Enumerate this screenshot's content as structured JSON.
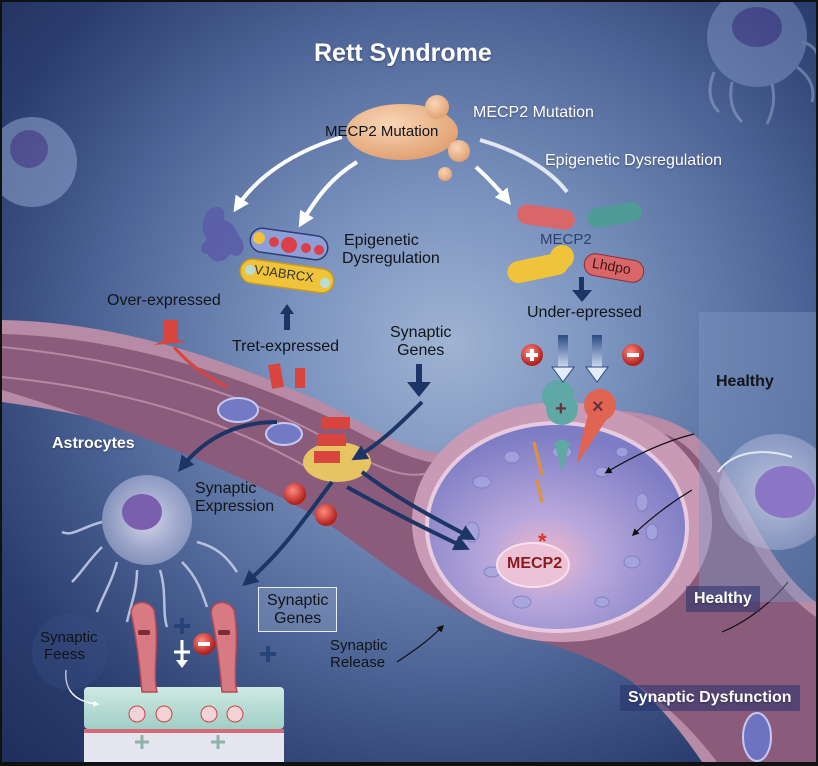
{
  "title": "Rett Syndrome",
  "labels": {
    "mecp2_mutation_bubble": "MECP2 Mutation",
    "mecp2_mutation_top": "MECP2 Mutation",
    "epigenetic_dysregulation_top": "Epigenetic Dysregulation",
    "epigenetic_dysregulation_left_line1": "Epigenetic",
    "epigenetic_dysregulation_left_line2": "Dysregulation",
    "gene_capsule_text": "VJABRCX",
    "mecp2_right": "MECP2",
    "lhdpo_capsule": "Lhdpo",
    "under_expressed": "Under-epressed",
    "over_expressed": "Over-expressed",
    "tret_expressed": "Tret-expressed",
    "synaptic_genes_top_line1": "Synaptic",
    "synaptic_genes_top_line2": "Genes",
    "astrocytes": "Astrocytes",
    "synaptic_expression_line1": "Synaptic",
    "synaptic_expression_line2": "Expression",
    "synaptic_genes_box_line1": "Synaptic",
    "synaptic_genes_box_line2": "Genes",
    "synaptic_release_line1": "Synaptic",
    "synaptic_release_line2": "Release",
    "synaptic_feess_line1": "Synaptic",
    "synaptic_feess_line2": "Feess",
    "mecp2_nucleus": "MECP2",
    "healthy_panel": "Healthy",
    "healthy_badge": "Healthy",
    "synaptic_dysfunction": "Synaptic Dysfunction"
  },
  "symbols": {
    "plus": "+",
    "minus": "−",
    "cross": "×",
    "asterisk": "*"
  },
  "colors": {
    "background_dark": "#1f2f5c",
    "background_light": "#9fb3d2",
    "membrane_pink": "#b8859f",
    "membrane_dark": "#8a5676",
    "nucleus_purple": "#8f8fd0",
    "mutation_orange": "#efb98f",
    "red_marker": "#d8453e",
    "teal_marker": "#5fa8a6",
    "arrow_navy": "#1d3566",
    "capsule_yellow": "#f0c43a",
    "capsule_red": "#d9676a",
    "capsule_teal": "#4f9b97"
  }
}
